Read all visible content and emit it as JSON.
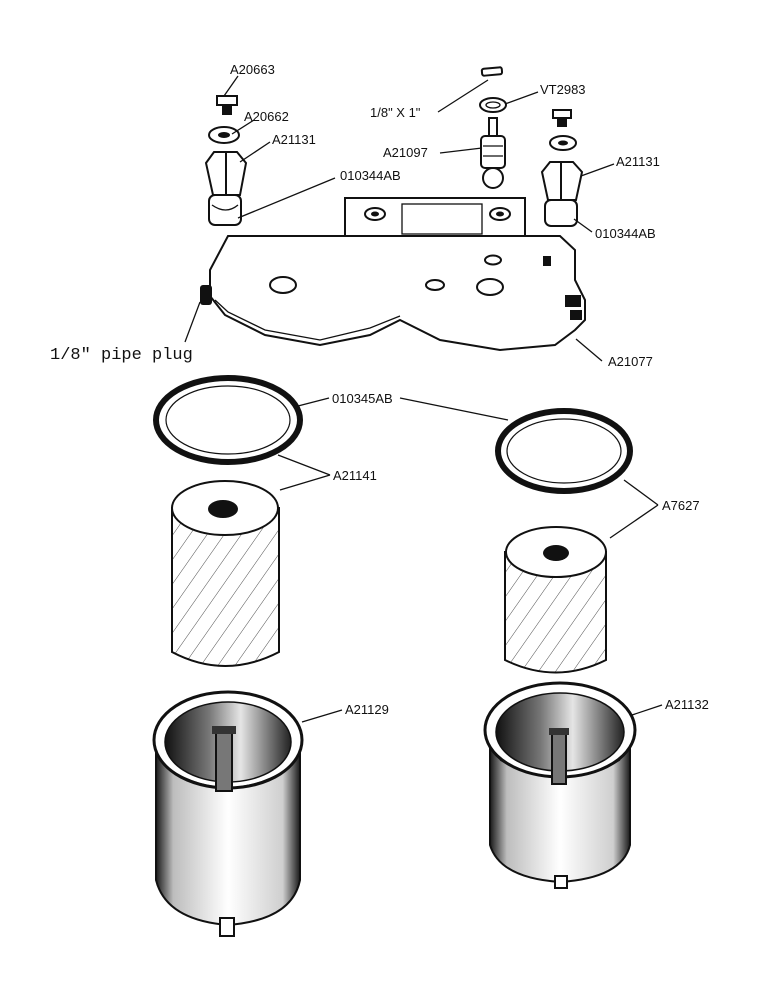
{
  "labels": {
    "cap_screw": "A20663",
    "washer": "A20662",
    "nut_left": "A21131",
    "seal_left": "010344AB",
    "pin": "1/8\" X 1\"",
    "gasket_top": "VT2983",
    "valve": "A21097",
    "nut_right": "A21131",
    "seal_right": "010344AB",
    "pipe_plug": "1/8\" pipe plug",
    "head": "A21077",
    "gasket_big": "010345AB",
    "element_left": "A21141",
    "element_right": "A7627",
    "bowl_left": "A21129",
    "bowl_right": "A21132"
  }
}
